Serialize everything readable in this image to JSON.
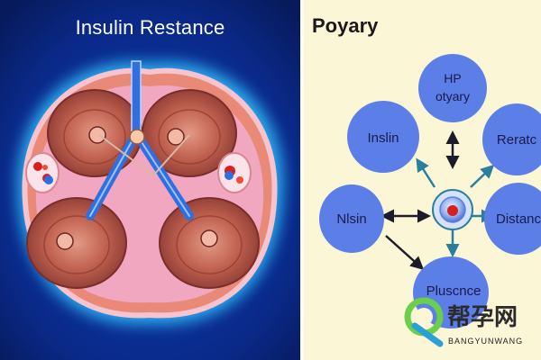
{
  "left_panel": {
    "title": "Insulin Restance",
    "colors": {
      "bg_outer": "#0a1f66",
      "glow": "#29b6ff",
      "tissue": "#f2a7c0",
      "vessel": "#2f6fe0"
    }
  },
  "right_panel": {
    "title": "Poyary",
    "colors": {
      "bg": "#fbf6d6",
      "node": "#5b7fe6",
      "node_text": "#1a1a4d",
      "arrow_dark": "#1b1b2a",
      "arrow_teal": "#2a7f9f"
    },
    "nodes": [
      {
        "id": "hp",
        "lines": [
          "HP",
          "otyary"
        ]
      },
      {
        "id": "insulin",
        "lines": [
          "Inslin"
        ]
      },
      {
        "id": "reratc",
        "lines": [
          "Reratc"
        ]
      },
      {
        "id": "nsin",
        "lines": [
          "Nlsin"
        ]
      },
      {
        "id": "distanc",
        "lines": [
          "Distanc"
        ]
      },
      {
        "id": "pluscnce",
        "lines": [
          "Pluscnce"
        ]
      }
    ]
  },
  "watermark": {
    "chinese": "帮孕网",
    "latin": "BANGYUNWANG"
  }
}
